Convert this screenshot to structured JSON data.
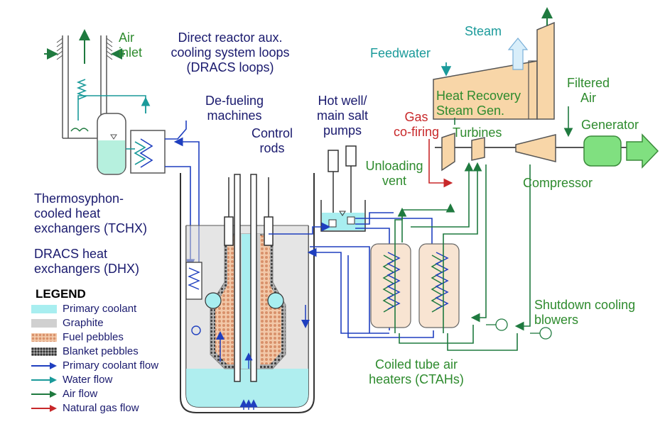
{
  "labels": {
    "air_inlet": [
      "Air",
      "inlet"
    ],
    "dracs_loops": [
      "Direct reactor aux.",
      "cooling system loops",
      "(DRACS loops)"
    ],
    "defueling": [
      "De-fueling",
      "machines"
    ],
    "control_rods": [
      "Control",
      "rods"
    ],
    "hot_well": [
      "Hot well/",
      "main salt",
      "pumps"
    ],
    "steam": "Steam",
    "feedwater": "Feedwater",
    "hrsg": [
      "Heat Recovery",
      "Steam Gen."
    ],
    "filtered_air": [
      "Filtered",
      "Air"
    ],
    "gas_cofiring": [
      "Gas",
      "co-firing"
    ],
    "turbines": "Turbines",
    "generator": "Generator",
    "unloading_vent": [
      "Unloading",
      "vent"
    ],
    "compressor": "Compressor",
    "tchx": [
      "Thermosyphon-",
      "cooled heat",
      "exchangers (TCHX)"
    ],
    "dhx": [
      "DRACS heat",
      "exchangers (DHX)"
    ],
    "shutdown_blowers": [
      "Shutdown cooling",
      "blowers"
    ],
    "ctah": [
      "Coiled tube air",
      "heaters (CTAHs)"
    ]
  },
  "legend": {
    "title": "LEGEND",
    "items": [
      {
        "label": "Primary coolant",
        "kind": "fill",
        "color": "#a8eef0"
      },
      {
        "label": "Graphite",
        "kind": "fill",
        "color": "#d0d0d0"
      },
      {
        "label": "Fuel pebbles",
        "kind": "dots",
        "color": "#e8a880"
      },
      {
        "label": "Blanket pebbles",
        "kind": "dots",
        "color": "#707070"
      },
      {
        "label": "Primary coolant flow",
        "kind": "arrow",
        "color": "#1f3fbf"
      },
      {
        "label": "Water flow",
        "kind": "arrow",
        "color": "#1a9a9a"
      },
      {
        "label": "Air flow",
        "kind": "arrow",
        "color": "#1f7a3f"
      },
      {
        "label": "Natural gas flow",
        "kind": "arrow",
        "color": "#c8282a"
      }
    ]
  },
  "colors": {
    "primary_flow": "#1f3fbf",
    "water_flow": "#1a9a9a",
    "air_flow": "#1f7a3f",
    "gas_flow": "#c8282a",
    "coolant": "#a8eef0",
    "graphite": "#d0d0d0",
    "fuel": "#e8a880",
    "hrsg": "#f8d6a8",
    "generator": "#80e080"
  }
}
